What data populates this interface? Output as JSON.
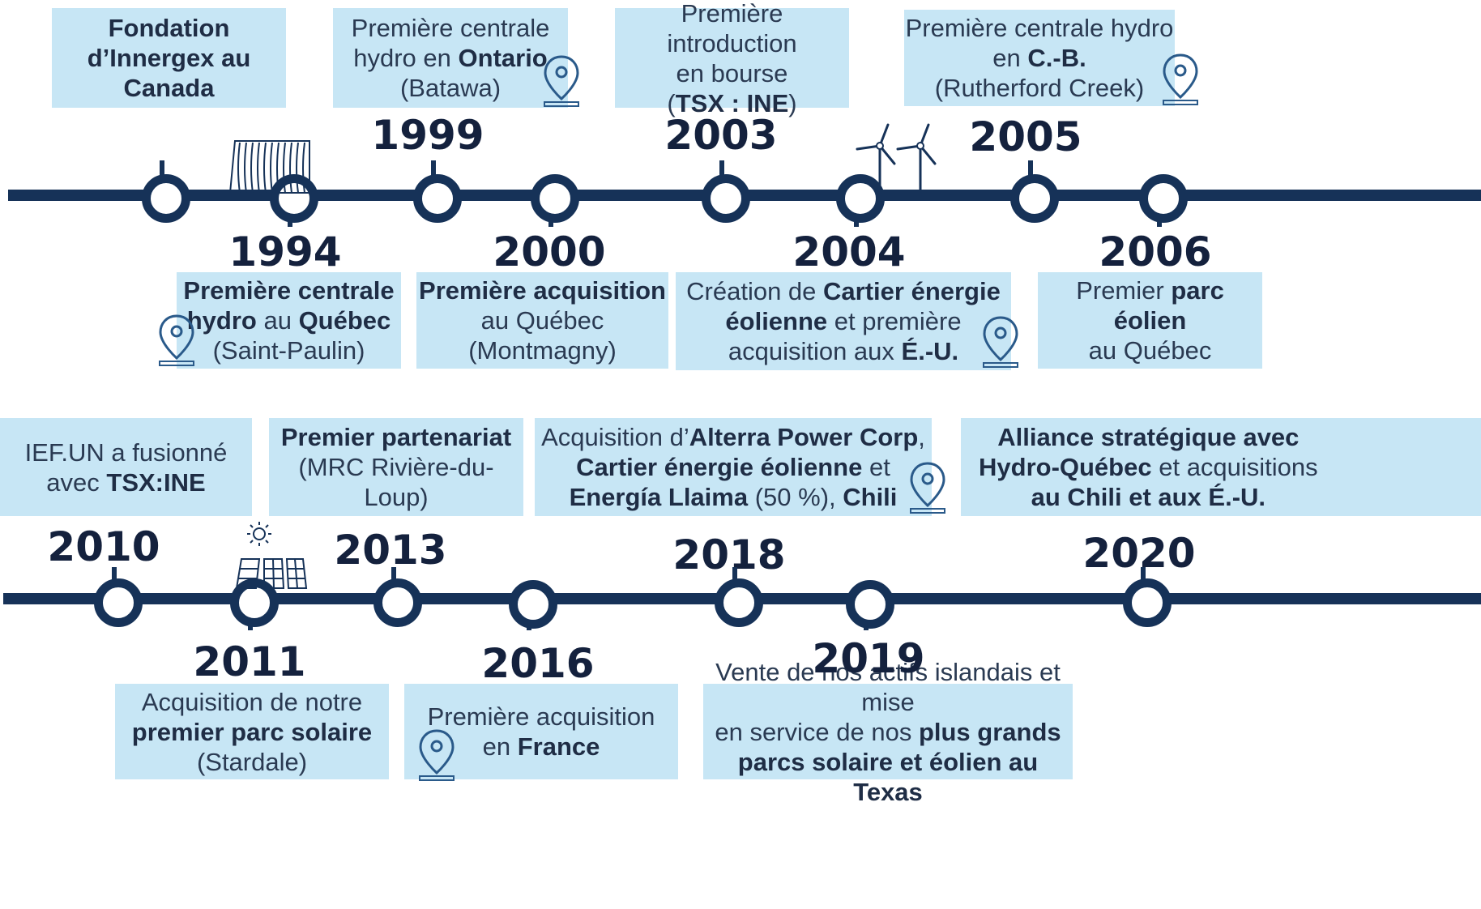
{
  "colors": {
    "line": "#163258",
    "box": "#c7e6f5",
    "year": "#14213d",
    "text": "#2a3a52"
  },
  "row1": {
    "events": [
      {
        "year": "",
        "parts": [
          {
            "t": "Fondation",
            "b": true
          },
          {
            "br": true
          },
          {
            "t": "d’Innergex au",
            "b": true
          },
          {
            "br": true
          },
          {
            "t": "Canada",
            "b": true
          }
        ]
      },
      {
        "year": "1994",
        "parts": [
          {
            "t": "Première centrale",
            "b": true
          },
          {
            "br": true
          },
          {
            "t": "hydro",
            "b": true
          },
          {
            "t": " au "
          },
          {
            "t": "Québec",
            "b": true
          },
          {
            "br": true
          },
          {
            "t": "(Saint-Paulin)"
          }
        ]
      },
      {
        "year": "1999",
        "parts": [
          {
            "t": "Première centrale"
          },
          {
            "br": true
          },
          {
            "t": "hydro en "
          },
          {
            "t": "Ontario",
            "b": true
          },
          {
            "br": true
          },
          {
            "t": "(Batawa)"
          }
        ]
      },
      {
        "year": "2000",
        "parts": [
          {
            "t": "Première acquisition",
            "b": true
          },
          {
            "br": true
          },
          {
            "t": "au Québec"
          },
          {
            "br": true
          },
          {
            "t": "(Montmagny)"
          }
        ]
      },
      {
        "year": "2003",
        "parts": [
          {
            "t": "Première introduction"
          },
          {
            "br": true
          },
          {
            "t": "en bourse"
          },
          {
            "br": true
          },
          {
            "t": "("
          },
          {
            "t": "TSX : INE",
            "b": true
          },
          {
            "t": ")"
          }
        ]
      },
      {
        "year": "2004",
        "parts": [
          {
            "t": "Création de "
          },
          {
            "t": "Cartier énergie",
            "b": true
          },
          {
            "br": true
          },
          {
            "t": "éolienne",
            "b": true
          },
          {
            "t": " et première"
          },
          {
            "br": true
          },
          {
            "t": "acquisition aux "
          },
          {
            "t": "É.-U.",
            "b": true
          }
        ]
      },
      {
        "year": "2005",
        "parts": [
          {
            "t": "Première centrale hydro"
          },
          {
            "br": true
          },
          {
            "t": "en "
          },
          {
            "t": "C.-B.",
            "b": true
          },
          {
            "br": true
          },
          {
            "t": "(Rutherford Creek)"
          }
        ]
      },
      {
        "year": "2006",
        "parts": [
          {
            "t": "Premier "
          },
          {
            "t": "parc éolien",
            "b": true
          },
          {
            "br": true
          },
          {
            "t": "au Québec"
          }
        ]
      }
    ]
  },
  "row2": {
    "events": [
      {
        "year": "2010",
        "parts": [
          {
            "t": "IEF.UN a fusionné"
          },
          {
            "br": true
          },
          {
            "t": "avec "
          },
          {
            "t": "TSX:INE",
            "b": true
          }
        ]
      },
      {
        "year": "2011",
        "parts": [
          {
            "t": "Acquisition de notre"
          },
          {
            "br": true
          },
          {
            "t": "premier parc solaire",
            "b": true
          },
          {
            "br": true
          },
          {
            "t": "(Stardale)"
          }
        ]
      },
      {
        "year": "2013",
        "parts": [
          {
            "t": "Premier partenariat",
            "b": true
          },
          {
            "br": true
          },
          {
            "t": "(MRC Rivière-du-Loup)"
          }
        ]
      },
      {
        "year": "2016",
        "parts": [
          {
            "t": "Première acquisition"
          },
          {
            "br": true
          },
          {
            "t": "en "
          },
          {
            "t": "France",
            "b": true
          }
        ]
      },
      {
        "year": "2018",
        "parts": [
          {
            "t": "Acquisition d’"
          },
          {
            "t": "Alterra Power Corp",
            "b": true
          },
          {
            "t": ","
          },
          {
            "br": true
          },
          {
            "t": "Cartier énergie éolienne",
            "b": true
          },
          {
            "t": " et"
          },
          {
            "br": true
          },
          {
            "t": "Energía Llaima",
            "b": true
          },
          {
            "t": " (50 %), "
          },
          {
            "t": "Chili",
            "b": true
          }
        ]
      },
      {
        "year": "2019",
        "parts": [
          {
            "t": "Vente de nos actifs islandais et mise"
          },
          {
            "br": true
          },
          {
            "t": "en service de nos "
          },
          {
            "t": "plus grands",
            "b": true
          },
          {
            "br": true
          },
          {
            "t": "parcs solaire et éolien au Texas",
            "b": true
          }
        ]
      },
      {
        "year": "2020",
        "parts": [
          {
            "t": "Alliance stratégique avec",
            "b": true
          },
          {
            "br": true
          },
          {
            "t": "Hydro-Québec",
            "b": true
          },
          {
            "t": " et acquisitions"
          },
          {
            "br": true
          },
          {
            "t": "au Chili et aux É.-U.",
            "b": true
          }
        ]
      }
    ]
  }
}
